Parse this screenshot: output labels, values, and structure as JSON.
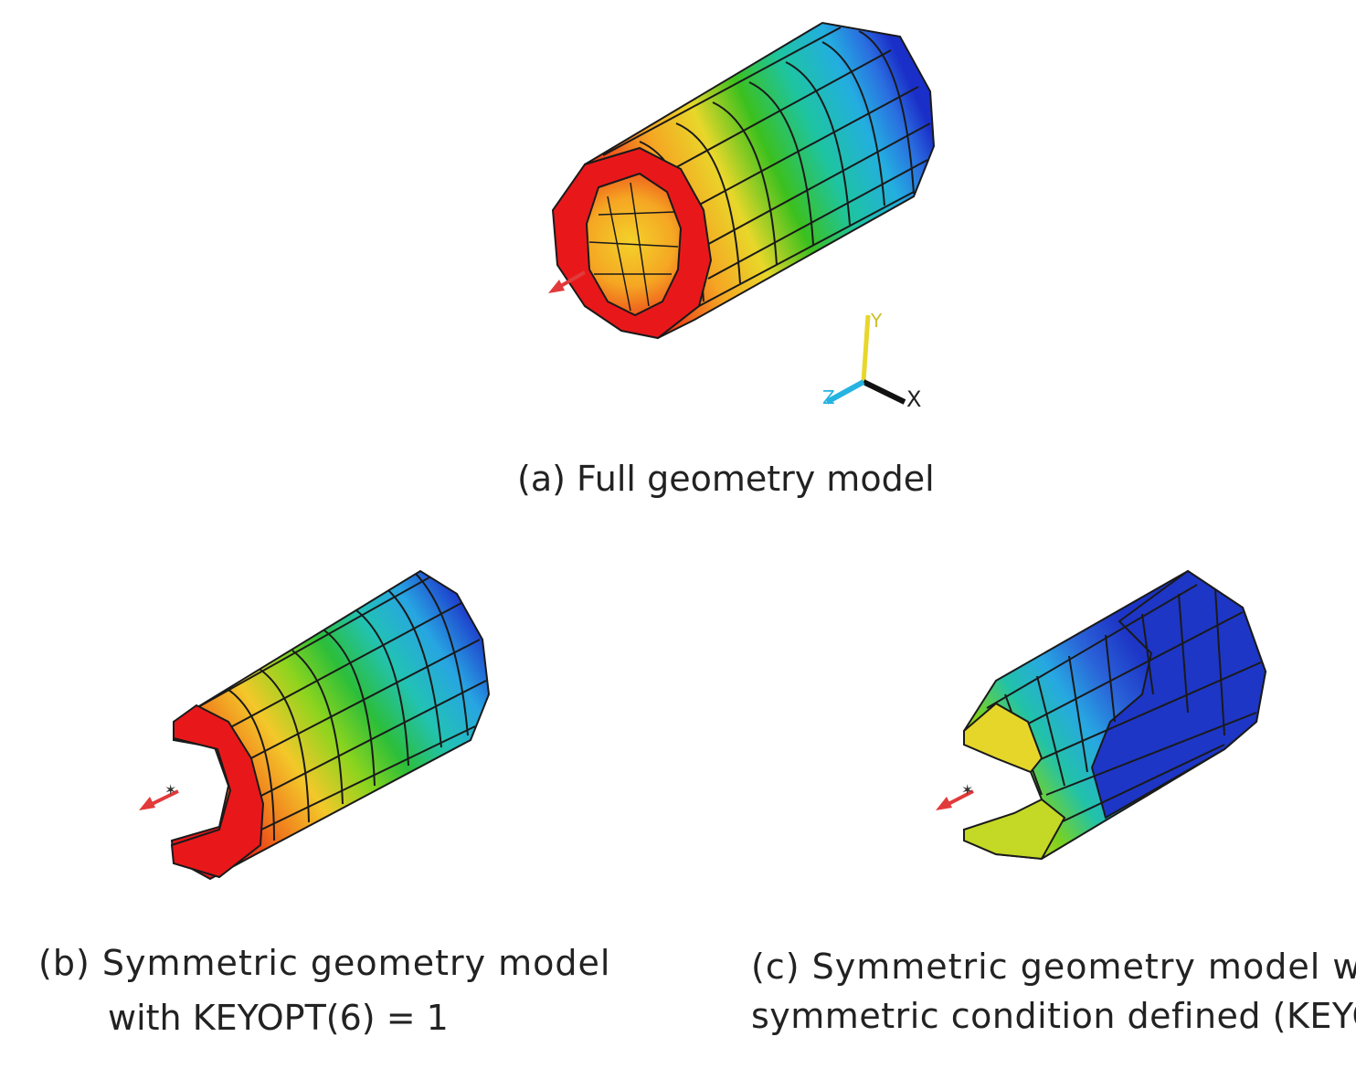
{
  "models": [
    {
      "id": "a",
      "caption": "(a)  Full geometry model"
    },
    {
      "id": "b",
      "caption_line1": "(b)  Symmetric geometry  model",
      "caption_line2": "with  KEYOPT(6) = 1"
    },
    {
      "id": "c",
      "caption_line1": "(c) Symmetric  geometry  model  w",
      "caption_line2": "symmetric  condition  defined (KEYO"
    }
  ],
  "triad": {
    "x": "X",
    "y": "Y",
    "z": "Z"
  },
  "colors": {
    "contour": [
      "#ee1c1c",
      "#f26a18",
      "#f5a623",
      "#f3dc2a",
      "#b8dc1e",
      "#4fc81c",
      "#18b86a",
      "#24c4b8",
      "#25b3e1",
      "#2a7fe0",
      "#1f3bc8"
    ],
    "mesh_line": "#1a1a1a",
    "arrow": "#e23a3a"
  }
}
